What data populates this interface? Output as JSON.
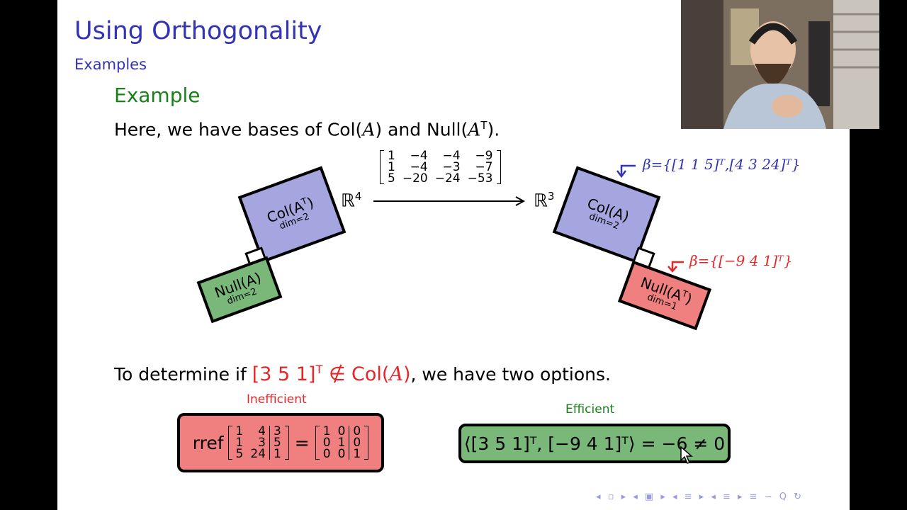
{
  "slide": {
    "title": "Using Orthogonality",
    "subtitle": "Examples",
    "block_header": "Example",
    "intro_pre": "Here, we have bases of Col(",
    "intro_A": "A",
    "intro_mid": ") and Null(",
    "intro_A2": "A",
    "intro_T": "T",
    "intro_post": ")."
  },
  "diagram": {
    "domain_space": "ℝ",
    "domain_exp": "4",
    "codomain_space": "ℝ",
    "codomain_exp": "3",
    "matrix": [
      [
        "1",
        "−4",
        "−4",
        "−9"
      ],
      [
        "1",
        "−4",
        "−3",
        "−7"
      ],
      [
        "5",
        "−20",
        "−24",
        "−53"
      ]
    ],
    "col_AT_label": "Col(A",
    "col_AT_sup": "T",
    "col_AT_close": ")",
    "col_AT_dim": "dim=2",
    "null_A_label": "Null(A)",
    "null_A_dim": "dim=2",
    "col_A_label": "Col(A)",
    "col_A_dim": "dim=2",
    "null_AT_label": "Null(A",
    "null_AT_sup": "T",
    "null_AT_close": ")",
    "null_AT_dim": "dim=1",
    "beta_col": "β={[1 1 5]ᵀ,[4 3 24]ᵀ}",
    "beta_null": "β={[−9 4 1]ᵀ}"
  },
  "question": {
    "pre": "To determine if ",
    "vector": "[3   5   1]",
    "vector_T": "T",
    "notin": " ∉ Col(",
    "A": "A",
    "close": ")",
    "post": ", we have two options."
  },
  "options": {
    "inefficient_label": "Inefficient",
    "efficient_label": "Efficient",
    "rref_word": "rref",
    "rref_left": [
      [
        "1",
        "4",
        "3"
      ],
      [
        "1",
        "3",
        "5"
      ],
      [
        "5",
        "24",
        "1"
      ]
    ],
    "rref_right": [
      [
        "1",
        "0",
        "0"
      ],
      [
        "0",
        "1",
        "0"
      ],
      [
        "0",
        "0",
        "1"
      ]
    ],
    "equals": "=",
    "inner_product": "⟨[3 5 1]ᵀ, [−9 4 1]ᵀ⟩ = −6 ≠ 0"
  },
  "nav": {
    "symbols": "◂ ▫ ▸ ◂ ▣ ▸ ◂ ≡ ▸ ◂ ≡ ▸   ≡   ∽ Q ↻"
  },
  "colors": {
    "navy": "#3333b3",
    "green": "#1a801a",
    "red": "#e32727",
    "purple_fill": "#a5a5e0",
    "green_fill": "#79b879",
    "pink_fill": "#f07f7f"
  }
}
